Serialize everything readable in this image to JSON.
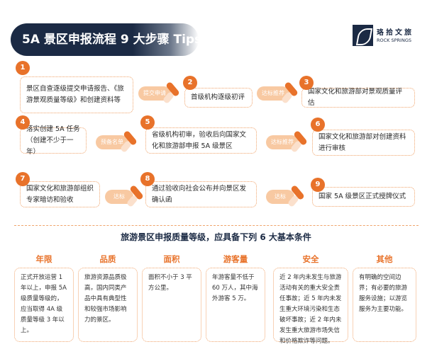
{
  "header": {
    "title": "5A 景区申报流程 9 大步骤 Tips:"
  },
  "logo": {
    "cn": "珞拾文旅",
    "en": "ROCK SPRINGS"
  },
  "steps": [
    {
      "num": "1",
      "text": "景区自查逐级提交申请报告、《旅游景观质量等级》和创建资料等"
    },
    {
      "num": "2",
      "text": "首级机构逐级初评"
    },
    {
      "num": "3",
      "text": "国家文化和旅游部对景观质量评估"
    },
    {
      "num": "4",
      "text": "落实创建 5A 任务（创建不少于一年）"
    },
    {
      "num": "5",
      "text": "省级机构初审，验收后向国家文化和旅游部申报 5A 级景区"
    },
    {
      "num": "6",
      "text": "国家文化和旅游部对创建资料进行审核"
    },
    {
      "num": "7",
      "text": "国家文化和旅游部组织专家暗访和验收"
    },
    {
      "num": "8",
      "text": "通过验收向社会公布并向景区发确认函"
    },
    {
      "num": "9",
      "text": "国家 5A 级景区正式授牌仪式"
    }
  ],
  "arrows": [
    "提交申请",
    "达标推荐",
    "预备名单",
    "达标推荐",
    "达标",
    "达标"
  ],
  "conditions": {
    "heading": "旅游景区申报质量等级，应具备下列 6 大基本条件",
    "items": [
      {
        "title": "年限",
        "text": "正式开放运营 1 年以上，申报 5A 级质量等级的，应当取得 4A 级质量等级 3 年以上。"
      },
      {
        "title": "品质",
        "text": "旅游资源品质极高，国内同类产品中具有典型性和较强市场影响力的景区。"
      },
      {
        "title": "面积",
        "text": "面积不小于 3 平方公里。"
      },
      {
        "title": "游客量",
        "text": "年游客量不低于 60 万人，其中海外游客 5 万。"
      },
      {
        "title": "安全",
        "text": "近 2 年内未发生与旅游活动有关的重大安全责任事故；近 5 年内未发生重大环境污染和生态破坏事故；近 2 年内未发生重大旅游市场失信和价格欺诈等问题。"
      },
      {
        "title": "其他",
        "text": "有明确的空间边界；有必要的旅游服务设施；以游览服务为主要功能。"
      }
    ]
  },
  "colors": {
    "accent": "#e8722a",
    "navy": "#1b2a44",
    "pale": "#f8c9a2"
  }
}
